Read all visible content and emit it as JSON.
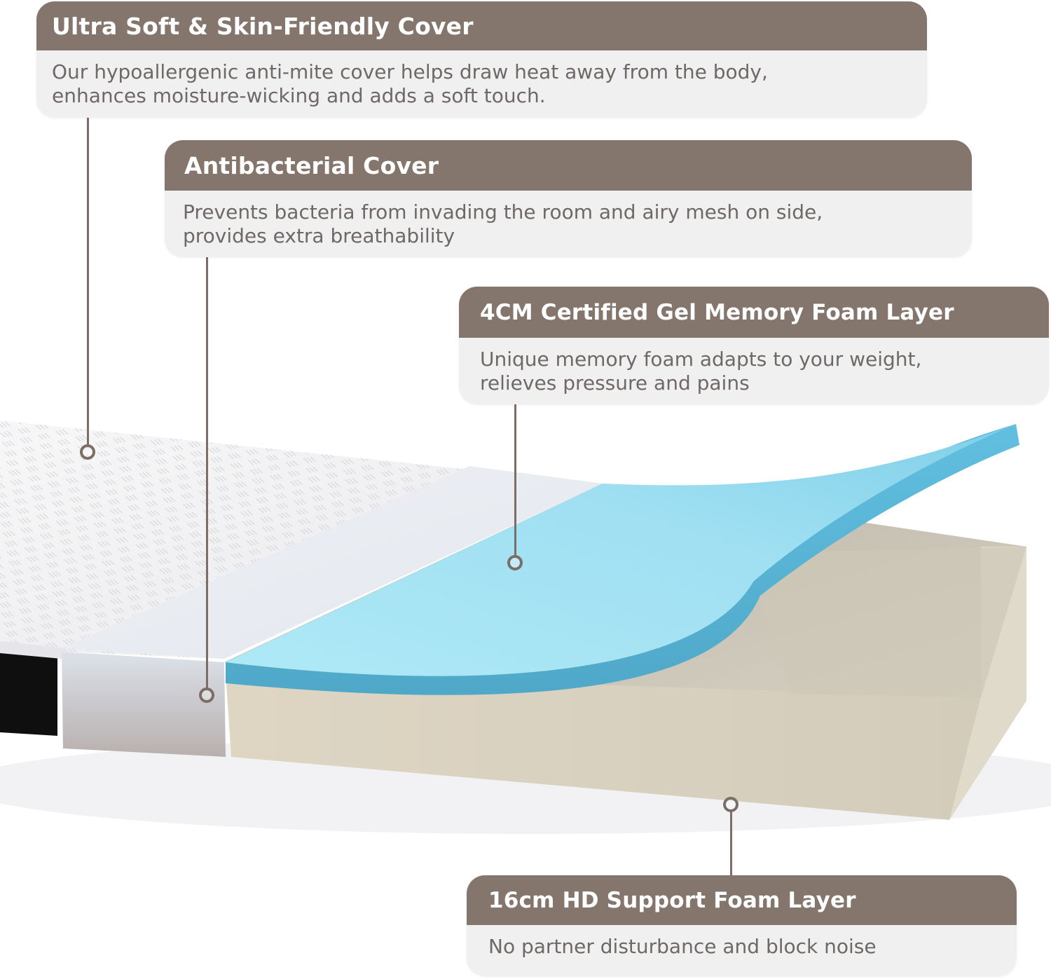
{
  "diagram": {
    "subject": "Mattress layer cross-section",
    "colors": {
      "header_bg": "#85766d",
      "body_bg": "#f1f0f0",
      "header_text": "#ffffff",
      "body_text": "#6e6866",
      "callout_line": "#7c6d66",
      "gel_foam": "#8fd6ec",
      "support_foam": "#e2dccd",
      "cover_white": "#f4f4f6",
      "side_panel": "#c9c6c8"
    },
    "callouts": [
      {
        "title": "Ultra Soft & Skin-Friendly Cover",
        "description_line1": "Our hypoallergenic anti-mite cover helps draw heat away from the body,",
        "description_line2": "enhances moisture-wicking and adds a soft touch."
      },
      {
        "title": "Antibacterial Cover",
        "description_line1": "Prevents bacteria from invading the room and airy mesh on side,",
        "description_line2": "provides extra breathability"
      },
      {
        "title": "4CM Certified Gel Memory Foam Layer",
        "description_line1": "Unique memory foam adapts to your weight,",
        "description_line2": "relieves pressure and pains"
      },
      {
        "title": "16cm HD Support Foam Layer",
        "description_line1": "No partner disturbance and block noise",
        "description_line2": ""
      }
    ]
  }
}
